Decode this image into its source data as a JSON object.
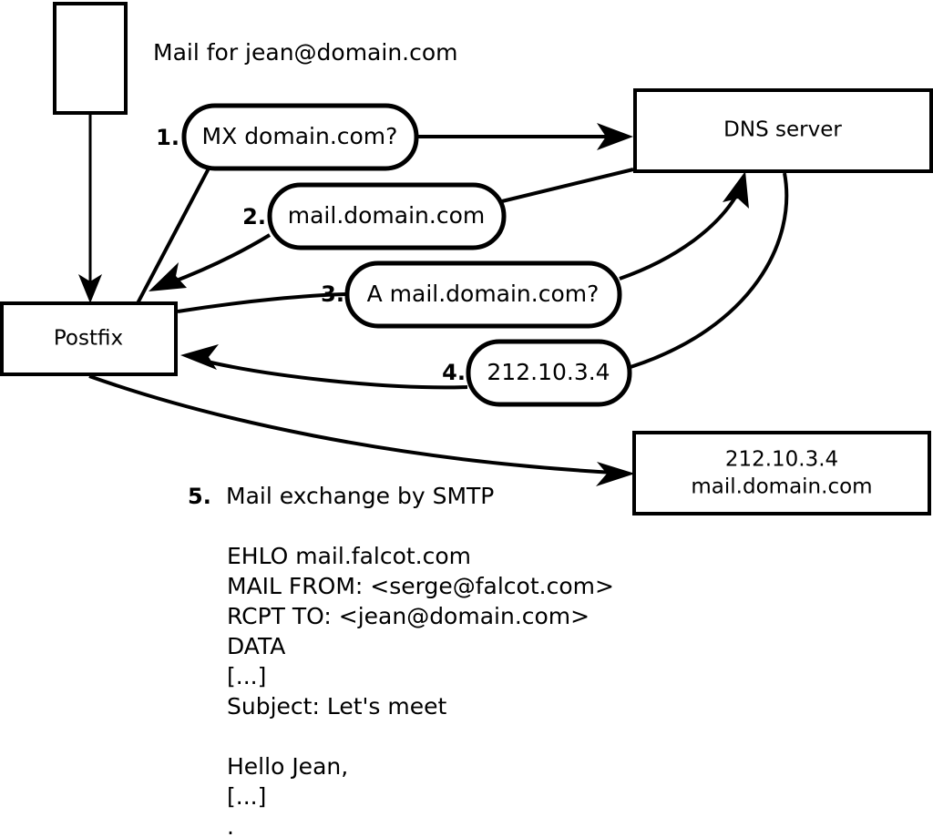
{
  "diagram": {
    "title": "Mail for jean@domain.com",
    "nodes": {
      "sender_box": {
        "label": ""
      },
      "postfix": {
        "label": "Postfix"
      },
      "dns_server": {
        "label": "DNS server"
      },
      "mail_server": {
        "line1": "212.10.3.4",
        "line2": "mail.domain.com"
      }
    },
    "steps": [
      {
        "number": "1.",
        "message": "MX domain.com?"
      },
      {
        "number": "2.",
        "message": "mail.domain.com"
      },
      {
        "number": "3.",
        "message": "A mail.domain.com?"
      },
      {
        "number": "4.",
        "message": "212.10.3.4"
      }
    ],
    "step5": {
      "number": "5.",
      "label": "Mail exchange by SMTP"
    },
    "transcript": [
      "EHLO mail.falcot.com",
      "MAIL FROM: <serge@falcot.com>",
      "RCPT TO: <jean@domain.com>",
      "DATA",
      "[...]",
      "Subject: Let's meet",
      "",
      "Hello Jean,",
      "[...]",
      "."
    ],
    "colors": {
      "stroke": "#000000",
      "fill": "#ffffff",
      "text": "#000000"
    }
  }
}
